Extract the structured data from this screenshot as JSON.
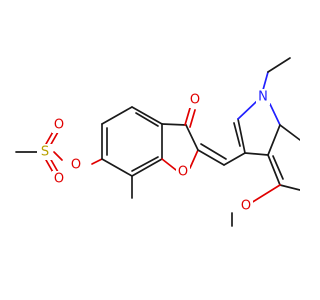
{
  "molecule": {
    "atom_labels": {
      "o_carbonyl": "O",
      "o_furan": "O",
      "o_ester": "O",
      "s_sulfonyl": "S",
      "o_sulfonyl_top": "O",
      "o_sulfonyl_bottom": "O",
      "n_indole": "N",
      "o_methoxy": "O"
    },
    "colors": {
      "carbon": "#1a1a1a",
      "oxygen": "#e00000",
      "nitrogen": "#2020ff",
      "sulfur": "#b8a000"
    }
  }
}
